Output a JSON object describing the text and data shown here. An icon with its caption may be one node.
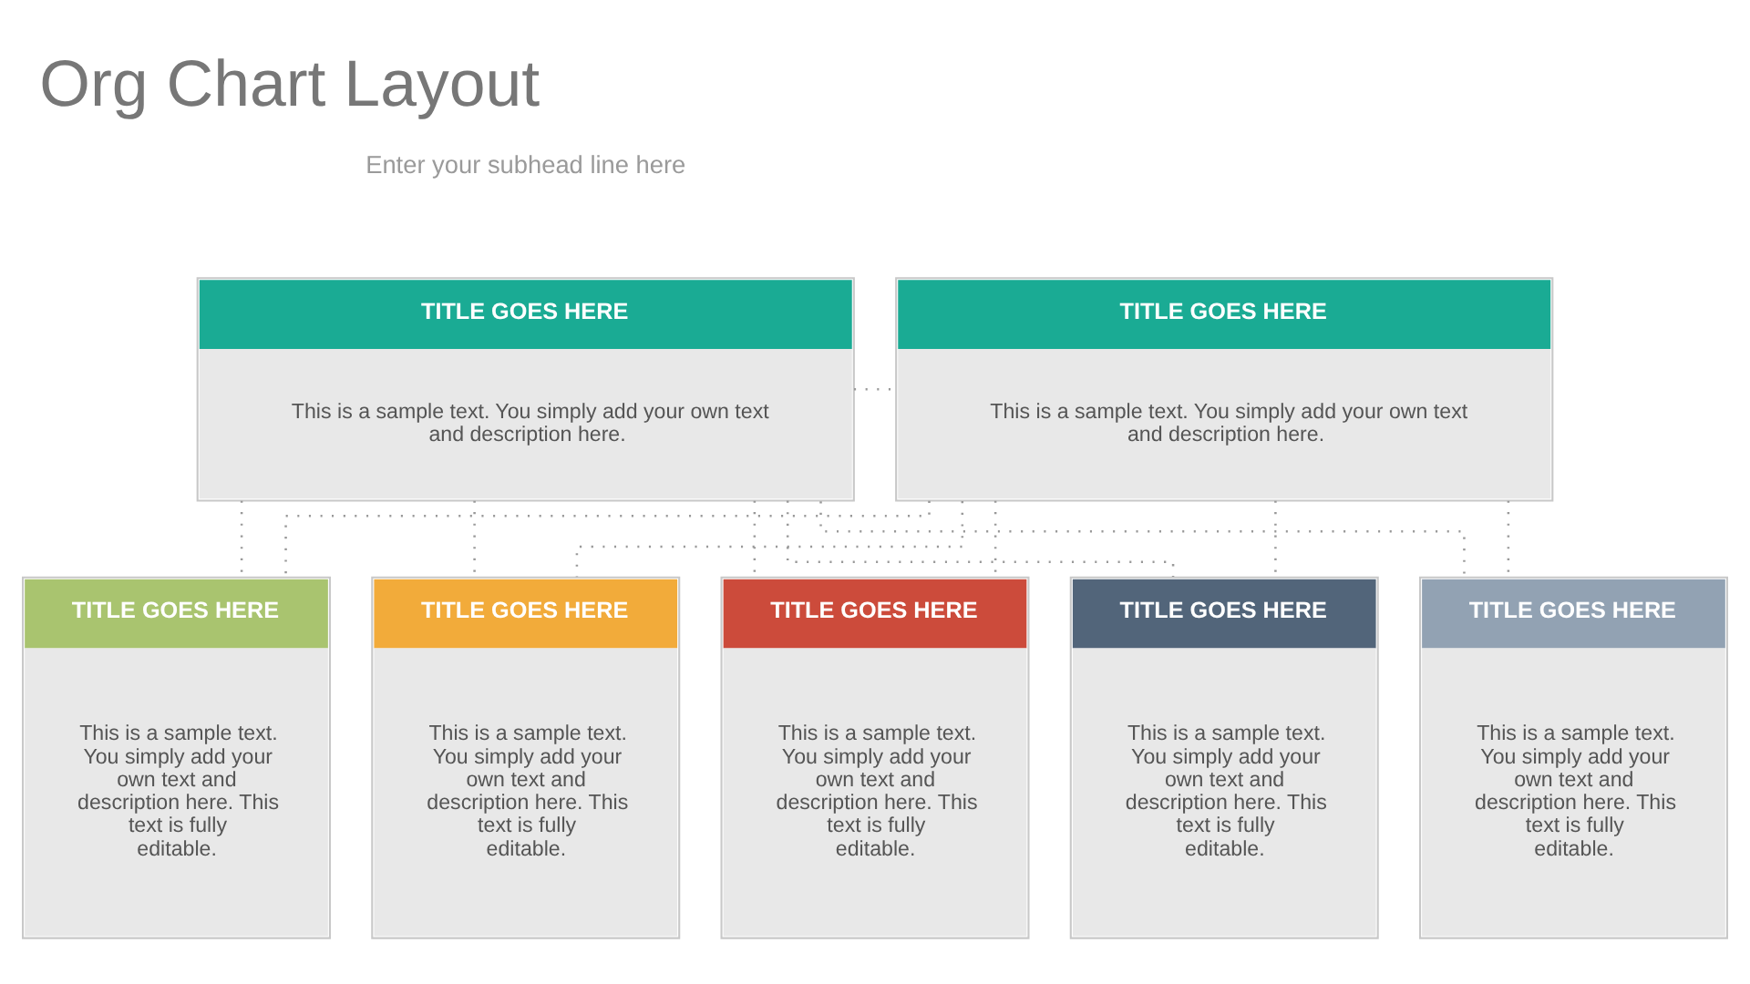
{
  "diagram": {
    "title": "Org Chart Layout",
    "nodes": [
      {
        "text": [
          "TITLE GOES HERE",
          "This is a sample text. You simply add your own text and description here."
        ]
      },
      {
        "text": [
          "TITLE GOES HERE",
          "This is a sample text. You simply add your own text and description here."
        ]
      },
      {
        "text": [
          "TITLE GOES HERE",
          "This is a sample text. You simply add your own text and description here. This text is fully editable."
        ]
      },
      {
        "text": [
          "TITLE GOES HERE",
          "This is a sample text. You simply add your own text and description here. This text is fully editable."
        ]
      },
      {
        "text": [
          "TITLE GOES HERE",
          "This is a sample text. You simply add your own text and description here. This text is fully editable."
        ]
      },
      {
        "text": [
          "TITLE GOES HERE",
          "This is a sample text. You simply add your own text and description here. This text is fully editable."
        ]
      },
      {
        "text": [
          "TITLE GOES HERE",
          "This is a sample text. You simply add your own text and description here. This text is fully editable."
        ]
      }
    ],
    "edges": [
      {
        "from": 0,
        "to": 1,
        "arrow": "none",
        "style": "dashed"
      },
      {
        "from": 0,
        "to": 2,
        "arrow": "none",
        "style": "dashed"
      },
      {
        "from": 0,
        "to": 3,
        "arrow": "none",
        "style": "dashed"
      },
      {
        "from": 0,
        "to": 4,
        "arrow": "none",
        "style": "dashed"
      },
      {
        "from": 0,
        "to": 5,
        "arrow": "none",
        "style": "dashed"
      },
      {
        "from": 0,
        "to": 6,
        "arrow": "none",
        "style": "dashed"
      },
      {
        "from": 1,
        "to": 2,
        "arrow": "none",
        "style": "dashed"
      },
      {
        "from": 1,
        "to": 3,
        "arrow": "none",
        "style": "dashed"
      },
      {
        "from": 1,
        "to": 4,
        "arrow": "none",
        "style": "dashed"
      },
      {
        "from": 1,
        "to": 5,
        "arrow": "none",
        "style": "dashed"
      },
      {
        "from": 1,
        "to": 6,
        "arrow": "none",
        "style": "dashed"
      }
    ],
    "labels": [
      "Enter your subhead line here"
    ]
  }
}
